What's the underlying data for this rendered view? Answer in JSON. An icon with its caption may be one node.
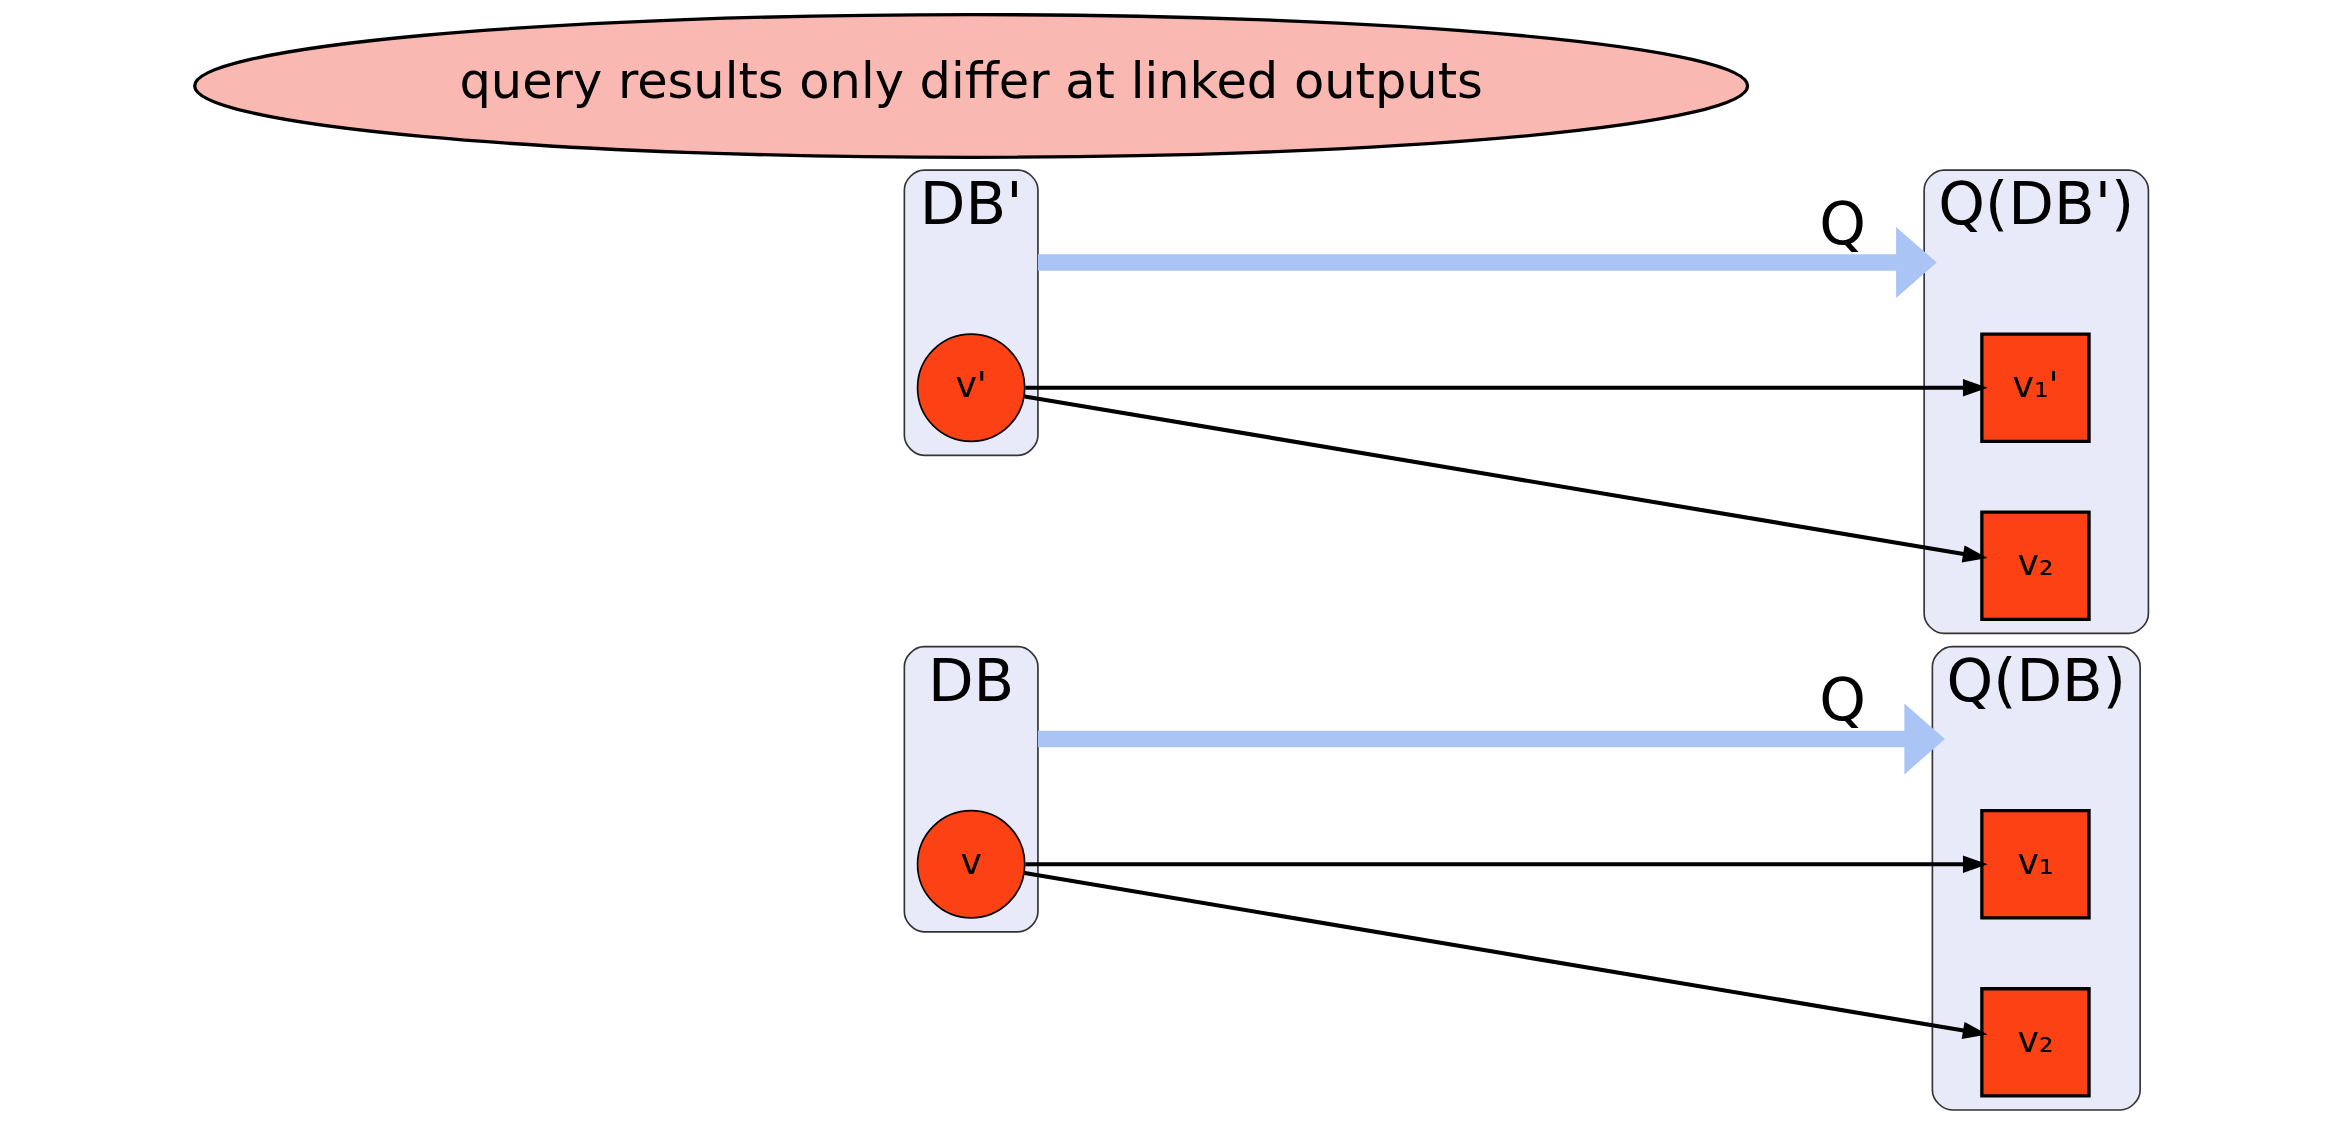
{
  "diagram": {
    "nodes": [
      {
        "text": [
          "DB"
        ]
      },
      {
        "text": [
          "v"
        ],
        "in": 0
      },
      {
        "text": [
          "Q(DB)"
        ]
      },
      {
        "text": [
          "v₁"
        ],
        "in": 2
      },
      {
        "text": [
          "v₂"
        ],
        "in": 2
      },
      {
        "text": [
          "DB'"
        ]
      },
      {
        "text": [
          "v'"
        ],
        "in": 5
      },
      {
        "text": [
          "Q(DB')"
        ]
      },
      {
        "text": [
          "v₁'"
        ],
        "in": 7
      },
      {
        "text": [
          "v₂"
        ],
        "in": 7
      },
      {
        "text": [
          "query results only differ at linked outputs"
        ]
      }
    ],
    "edges": [
      {
        "from": 0,
        "to": 2,
        "arrow": "to",
        "label": "Q",
        "style": "thick",
        "color": "#a9c4f5"
      },
      {
        "from": 1,
        "to": 3,
        "arrow": "to"
      },
      {
        "from": 1,
        "to": 4,
        "arrow": "to"
      },
      {
        "from": 5,
        "to": 7,
        "arrow": "to",
        "label": "Q",
        "style": "thick",
        "color": "#a9c4f5"
      },
      {
        "from": 6,
        "to": 8,
        "arrow": "to"
      },
      {
        "from": 6,
        "to": 9,
        "arrow": "to"
      }
    ]
  }
}
